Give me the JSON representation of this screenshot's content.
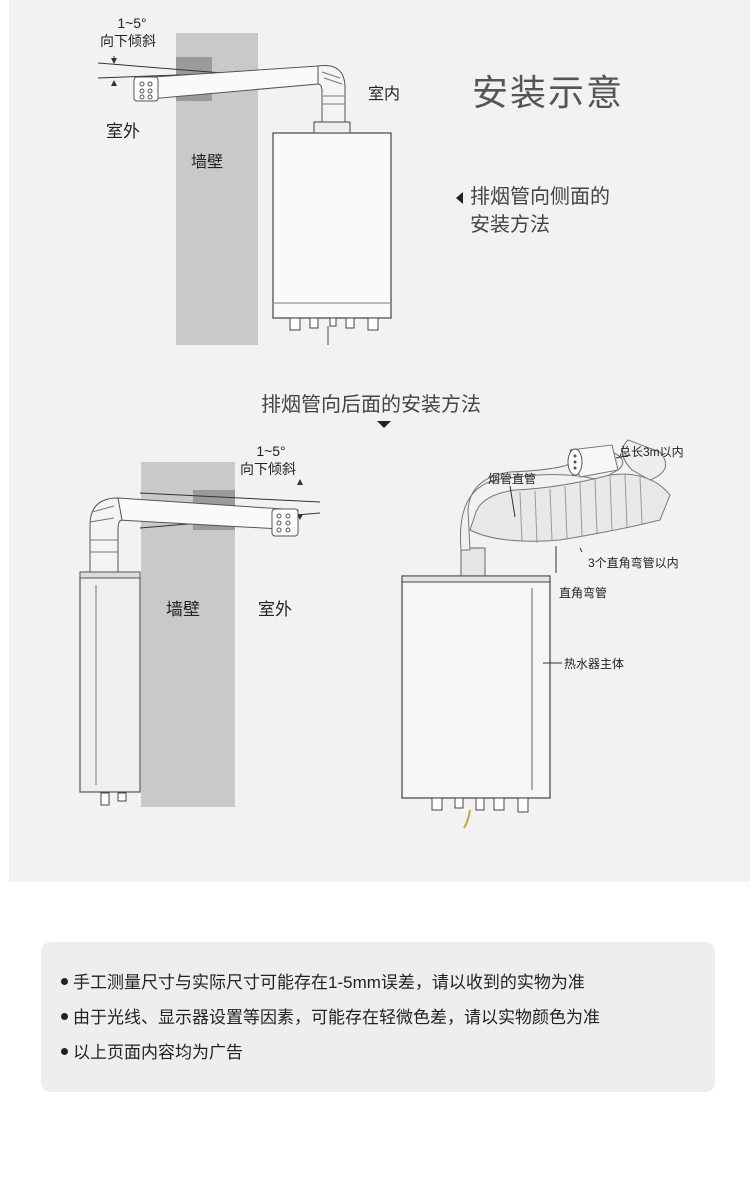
{
  "title": "安装示意",
  "side_install": {
    "description_line1": "排烟管向侧面的",
    "description_line2": "安装方法",
    "angle_range": "1~5°",
    "angle_desc": "向下倾斜",
    "outdoor": "室外",
    "indoor": "室内",
    "wall": "墙壁"
  },
  "back_install": {
    "title": "排烟管向后面的安装方法",
    "angle_range": "1~5°",
    "angle_desc": "向下倾斜",
    "wall": "墙壁",
    "outdoor": "室外"
  },
  "component_labels": {
    "total_length": "总长3m以内",
    "straight_pipe": "烟管直管",
    "elbow_limit": "3个直角弯管以内",
    "elbow": "直角弯管",
    "heater_body": "热水器主体"
  },
  "notes": [
    "手工测量尺寸与实际尺寸可能存在1-5mm误差，请以收到的实物为准",
    "由于光线、显示器设置等因素，可能存在轻微色差，请以实物颜色为准",
    "以上页面内容均为广告"
  ]
}
